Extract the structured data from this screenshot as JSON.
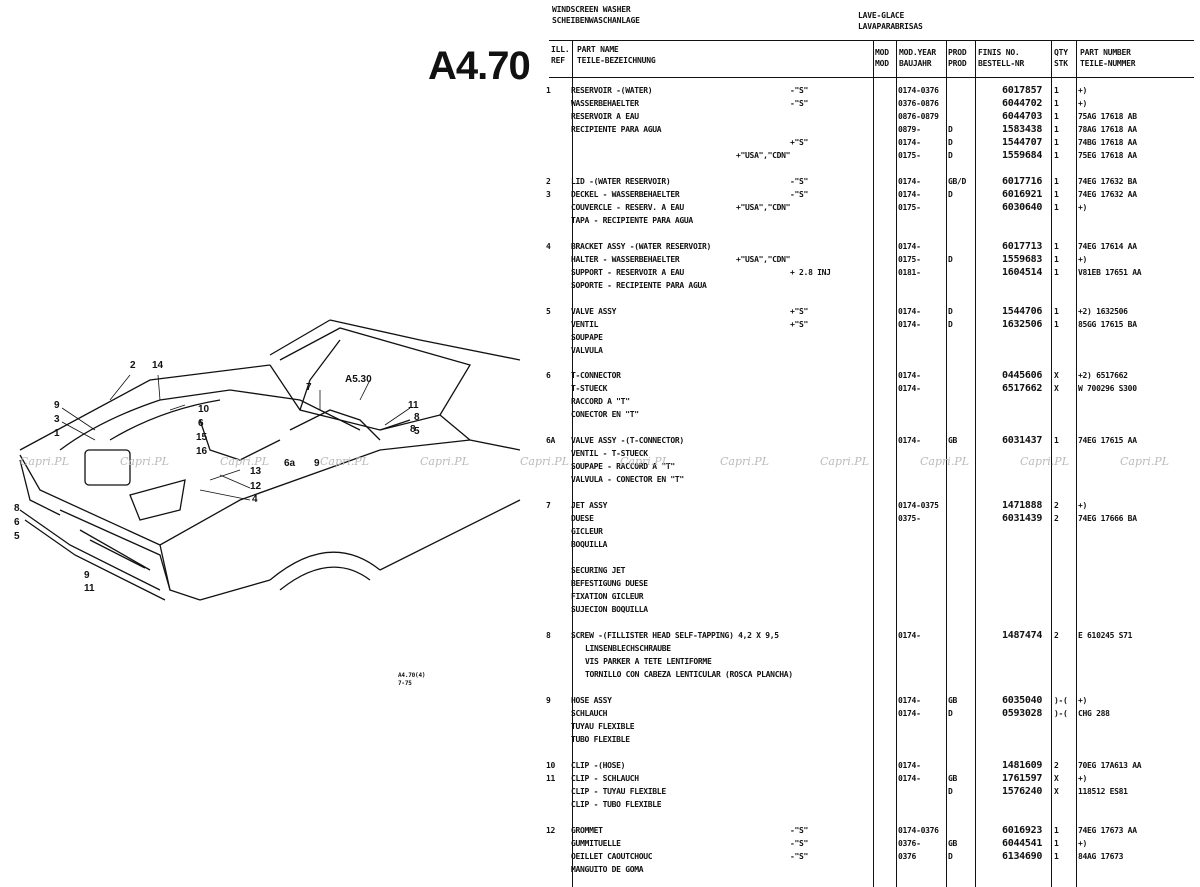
{
  "page": {
    "title_top_en_de": [
      "WINDSCREEN WASHER",
      "SCHEIBENWASCHANLAGE"
    ],
    "title_top_fr_es": [
      "LAVE-GLACE",
      "LAVAPARABRISAS"
    ],
    "section_code": "A4.70",
    "diagram_ref": [
      "A4.70(4)",
      "7-75"
    ],
    "diagram_callout": "A5.30"
  },
  "columns": {
    "ill": [
      "ILL.",
      "REF"
    ],
    "part_name": [
      "PART NAME",
      "TEILE-BEZEICHNUNG"
    ],
    "mod": [
      "MOD",
      "MOD"
    ],
    "mod_year": [
      "MOD.YEAR",
      "BAUJAHR"
    ],
    "prod": [
      "PROD",
      "PROD"
    ],
    "fin": [
      "FINIS NO.",
      "BESTELL-NR"
    ],
    "qty": [
      "QTY",
      "STK"
    ],
    "part_number": [
      "PART NUMBER",
      "TEILE-NUMMER"
    ]
  },
  "rows": [
    {
      "ref": "1",
      "name": "RESERVOIR -(WATER)",
      "note": "-\"S\"",
      "year": "0174-0376",
      "prod": "",
      "fin": "6017857",
      "qty": "1",
      "pn": "+)"
    },
    {
      "ref": "",
      "name": "WASSERBEHAELTER",
      "note": "-\"S\"",
      "year": "0376-0876",
      "prod": "",
      "fin": "6044702",
      "qty": "1",
      "pn": "+)"
    },
    {
      "ref": "",
      "name": "RESERVOIR A EAU",
      "note": "",
      "year": "0876-0879",
      "prod": "",
      "fin": "6044703",
      "qty": "1",
      "pn": "75AG 17618 AB"
    },
    {
      "ref": "",
      "name": "RECIPIENTE PARA AGUA",
      "note": "",
      "year": "0879-",
      "prod": "D",
      "fin": "1583438",
      "qty": "1",
      "pn": "78AG 17618 AA"
    },
    {
      "ref": "",
      "name": "",
      "note": "+\"S\"",
      "year": "0174-",
      "prod": "D",
      "fin": "1544707",
      "qty": "1",
      "pn": "74BG 17618 AA"
    },
    {
      "ref": "",
      "name": "",
      "note": "+\"USA\",\"CDN\"",
      "year": "0175-",
      "prod": "D",
      "fin": "1559684",
      "qty": "1",
      "pn": "75EG 17618 AA"
    },
    {
      "ref": "2",
      "name": "LID -(WATER RESERVOIR)",
      "note": "-\"S\"",
      "year": "0174-",
      "prod": "GB/D",
      "fin": "6017716",
      "qty": "1",
      "pn": "74EG 17632 BA"
    },
    {
      "ref": "3",
      "name": "DECKEL - WASSERBEHAELTER",
      "note": "-\"S\"",
      "year": "0174-",
      "prod": "D",
      "fin": "6016921",
      "qty": "1",
      "pn": "74EG 17632 AA"
    },
    {
      "ref": "",
      "name": "COUVERCLE - RESERV. A EAU",
      "note": "+\"USA\",\"CDN\"",
      "year": "0175-",
      "prod": "",
      "fin": "6030640",
      "qty": "1",
      "pn": "+)"
    },
    {
      "ref": "",
      "name": "TAPA - RECIPIENTE PARA AGUA",
      "note": "",
      "year": "",
      "prod": "",
      "fin": "",
      "qty": "",
      "pn": ""
    },
    {
      "ref": "4",
      "name": "BRACKET ASSY -(WATER RESERVOIR)",
      "note": "",
      "year": "0174-",
      "prod": "",
      "fin": "6017713",
      "qty": "1",
      "pn": "74EG 17614 AA"
    },
    {
      "ref": "",
      "name": "HALTER - WASSERBEHAELTER",
      "note": "+\"USA\",\"CDN\"",
      "year": "0175-",
      "prod": "D",
      "fin": "1559683",
      "qty": "1",
      "pn": "+)"
    },
    {
      "ref": "",
      "name": "SUPPORT - RESERVOIR A EAU",
      "note": "+ 2.8 INJ",
      "year": "0181-",
      "prod": "",
      "fin": "1604514",
      "qty": "1",
      "pn": "V81EB 17651 AA"
    },
    {
      "ref": "",
      "name": "SOPORTE - RECIPIENTE PARA AGUA",
      "note": "",
      "year": "",
      "prod": "",
      "fin": "",
      "qty": "",
      "pn": ""
    },
    {
      "ref": "5",
      "name": "VALVE ASSY",
      "note": "+\"S\"",
      "year": "0174-",
      "prod": "D",
      "fin": "1544706",
      "qty": "1",
      "pn": "+2) 1632506"
    },
    {
      "ref": "",
      "name": "VENTIL",
      "note": "+\"S\"",
      "year": "0174-",
      "prod": "D",
      "fin": "1632506",
      "qty": "1",
      "pn": "85GG 17615 BA"
    },
    {
      "ref": "",
      "name": "SOUPAPE",
      "note": "",
      "year": "",
      "prod": "",
      "fin": "",
      "qty": "",
      "pn": ""
    },
    {
      "ref": "",
      "name": "VALVULA",
      "note": "",
      "year": "",
      "prod": "",
      "fin": "",
      "qty": "",
      "pn": ""
    },
    {
      "ref": "6",
      "name": "T-CONNECTOR",
      "note": "",
      "year": "0174-",
      "prod": "",
      "fin": "0445606",
      "qty": "X",
      "pn": "+2) 6517662"
    },
    {
      "ref": "",
      "name": "T-STUECK",
      "note": "",
      "year": "0174-",
      "prod": "",
      "fin": "6517662",
      "qty": "X",
      "pn": "W 700296 S300"
    },
    {
      "ref": "",
      "name": "RACCORD A \"T\"",
      "note": "",
      "year": "",
      "prod": "",
      "fin": "",
      "qty": "",
      "pn": ""
    },
    {
      "ref": "",
      "name": "CONECTOR EN \"T\"",
      "note": "",
      "year": "",
      "prod": "",
      "fin": "",
      "qty": "",
      "pn": ""
    },
    {
      "ref": "6A",
      "name": "VALVE ASSY -(T-CONNECTOR)",
      "note": "",
      "year": "0174-",
      "prod": "GB",
      "fin": "6031437",
      "qty": "1",
      "pn": "74EG 17615 AA"
    },
    {
      "ref": "",
      "name": "VENTIL - T-STUECK",
      "note": "",
      "year": "",
      "prod": "",
      "fin": "",
      "qty": "",
      "pn": ""
    },
    {
      "ref": "",
      "name": "SOUPAPE - RACCORD A \"T\"",
      "note": "",
      "year": "",
      "prod": "",
      "fin": "",
      "qty": "",
      "pn": ""
    },
    {
      "ref": "",
      "name": "VALVULA - CONECTOR EN \"T\"",
      "note": "",
      "year": "",
      "prod": "",
      "fin": "",
      "qty": "",
      "pn": ""
    },
    {
      "ref": "7",
      "name": "JET ASSY",
      "note": "",
      "year": "0174-0375",
      "prod": "",
      "fin": "1471888",
      "qty": "2",
      "pn": "+)"
    },
    {
      "ref": "",
      "name": "DUESE",
      "note": "",
      "year": "0375-",
      "prod": "",
      "fin": "6031439",
      "qty": "2",
      "pn": "74EG 17666 BA"
    },
    {
      "ref": "",
      "name": "GICLEUR",
      "note": "",
      "year": "",
      "prod": "",
      "fin": "",
      "qty": "",
      "pn": ""
    },
    {
      "ref": "",
      "name": "BOQUILLA",
      "note": "",
      "year": "",
      "prod": "",
      "fin": "",
      "qty": "",
      "pn": ""
    },
    {
      "ref": "",
      "name": "SECURING JET",
      "note": "",
      "year": "",
      "prod": "",
      "fin": "",
      "qty": "",
      "pn": ""
    },
    {
      "ref": "",
      "name": "BEFESTIGUNG DUESE",
      "note": "",
      "year": "",
      "prod": "",
      "fin": "",
      "qty": "",
      "pn": ""
    },
    {
      "ref": "",
      "name": "FIXATION GICLEUR",
      "note": "",
      "year": "",
      "prod": "",
      "fin": "",
      "qty": "",
      "pn": ""
    },
    {
      "ref": "",
      "name": "SUJECION BOQUILLA",
      "note": "",
      "year": "",
      "prod": "",
      "fin": "",
      "qty": "",
      "pn": ""
    },
    {
      "ref": "8",
      "name": "SCREW -(FILLISTER HEAD SELF-TAPPING) 4,2 X 9,5",
      "note": "",
      "year": "0174-",
      "prod": "",
      "fin": "1487474",
      "qty": "2",
      "pn": "E 610245 S71"
    },
    {
      "ref": "",
      "name": "LINSENBLECHSCHRAUBE",
      "note": "",
      "year": "",
      "prod": "",
      "fin": "",
      "qty": "",
      "pn": ""
    },
    {
      "ref": "",
      "name": "VIS PARKER A TETE LENTIFORME",
      "note": "",
      "year": "",
      "prod": "",
      "fin": "",
      "qty": "",
      "pn": ""
    },
    {
      "ref": "",
      "name": "TORNILLO CON CABEZA LENTICULAR (ROSCA PLANCHA)",
      "note": "",
      "year": "",
      "prod": "",
      "fin": "",
      "qty": "",
      "pn": ""
    },
    {
      "ref": "9",
      "name": "HOSE ASSY",
      "note": "",
      "year": "0174-",
      "prod": "GB",
      "fin": "6035040",
      "qty": ")-(",
      "pn": "+)"
    },
    {
      "ref": "",
      "name": "SCHLAUCH",
      "note": "",
      "year": "0174-",
      "prod": "D",
      "fin": "0593028",
      "qty": ")-(",
      "pn": "CHG 288"
    },
    {
      "ref": "",
      "name": "TUYAU FLEXIBLE",
      "note": "",
      "year": "",
      "prod": "",
      "fin": "",
      "qty": "",
      "pn": ""
    },
    {
      "ref": "",
      "name": "TUBO FLEXIBLE",
      "note": "",
      "year": "",
      "prod": "",
      "fin": "",
      "qty": "",
      "pn": ""
    },
    {
      "ref": "10",
      "name": "CLIP -(HOSE)",
      "note": "",
      "year": "0174-",
      "prod": "",
      "fin": "1481609",
      "qty": "2",
      "pn": "70EG 17A613 AA"
    },
    {
      "ref": "11",
      "name": "CLIP - SCHLAUCH",
      "note": "",
      "year": "0174-",
      "prod": "GB",
      "fin": "1761597",
      "qty": "X",
      "pn": "+)"
    },
    {
      "ref": "",
      "name": "CLIP - TUYAU FLEXIBLE",
      "note": "",
      "year": "",
      "prod": "D",
      "fin": "1576240",
      "qty": "X",
      "pn": "118512 ES81"
    },
    {
      "ref": "",
      "name": "CLIP - TUBO FLEXIBLE",
      "note": "",
      "year": "",
      "prod": "",
      "fin": "",
      "qty": "",
      "pn": ""
    },
    {
      "ref": "12",
      "name": "GROMMET",
      "note": "-\"S\"",
      "year": "0174-0376",
      "prod": "",
      "fin": "6016923",
      "qty": "1",
      "pn": "74EG 17673 AA"
    },
    {
      "ref": "",
      "name": "GUMMITUELLE",
      "note": "-\"S\"",
      "year": "0376-",
      "prod": "GB",
      "fin": "6044541",
      "qty": "1",
      "pn": "+)"
    },
    {
      "ref": "",
      "name": "OEILLET CAOUTCHOUC",
      "note": "-\"S\"",
      "year": "0376",
      "prod": "D",
      "fin": "6134690",
      "qty": "1",
      "pn": "84AG 17673"
    },
    {
      "ref": "",
      "name": "MANGUITO DE GOMA",
      "note": "",
      "year": "",
      "prod": "",
      "fin": "",
      "qty": "",
      "pn": ""
    }
  ],
  "watermarks": [
    "Capri.PL",
    "Capri.PL",
    "Capri.PL",
    "Capri.PL",
    "Capri.PL",
    "Capri.PL",
    "Capri.PL",
    "Capri.PL",
    "Capri.PL",
    "Capri.PL",
    "Capri.PL",
    "Capri.PL"
  ],
  "diagram_labels": [
    "2",
    "14",
    "9",
    "3",
    "1",
    "10",
    "6",
    "15",
    "16",
    "13",
    "12",
    "4",
    "7",
    "11",
    "8",
    "5",
    "6a",
    "9",
    "8",
    "6",
    "5",
    "9",
    "11",
    "8"
  ]
}
